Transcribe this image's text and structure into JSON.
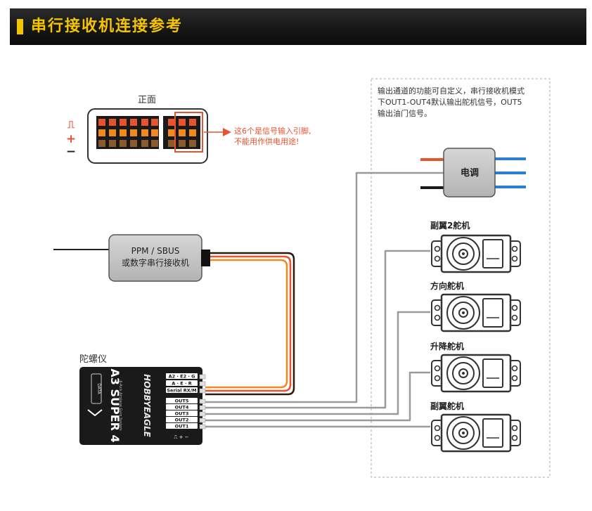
{
  "header": {
    "title": "串行接收机连接参考"
  },
  "colors": {
    "accent": "#f5c400",
    "signal_red": "#e8532d",
    "wire_blue": "#2a7fd4",
    "wire_orange": "#f08a1c",
    "wire_gray": "#9a9a9a"
  },
  "note": {
    "line1": "输出通道的功能可自定义，串行接收机模式",
    "line2": "下OUT1-OUT4默认输出舵机信号，OUT5",
    "line3": "输出油门信号。"
  },
  "connector": {
    "face_label": "正面",
    "signal_symbol": "⎍",
    "plus_symbol": "+",
    "minus_symbol": "−",
    "callout_line1": "这6个是信号输入引脚,",
    "callout_line2": "不能用作供电用途!"
  },
  "receiver": {
    "line1": "PPM / SBUS",
    "line2": "或数字串行接收机"
  },
  "esc": {
    "label": "电调"
  },
  "servos": [
    {
      "label": "副翼2舵机"
    },
    {
      "label": "方向舵机"
    },
    {
      "label": "升降舵机"
    },
    {
      "label": "副翼舵机"
    }
  ],
  "gyro": {
    "label": "陀螺仪",
    "model": "A3 SUPER 4",
    "subtitle": "6-Axis Airplane Gyro System",
    "brand": "HOBBYEAGLE",
    "data_port": "DATA",
    "ports": [
      "A2 · E2 · G",
      "A · E · R",
      "Serial RX/M",
      "OUT5",
      "OUT4",
      "OUT3",
      "OUT2",
      "OUT1"
    ],
    "pin_marks": "⎍ + −"
  }
}
